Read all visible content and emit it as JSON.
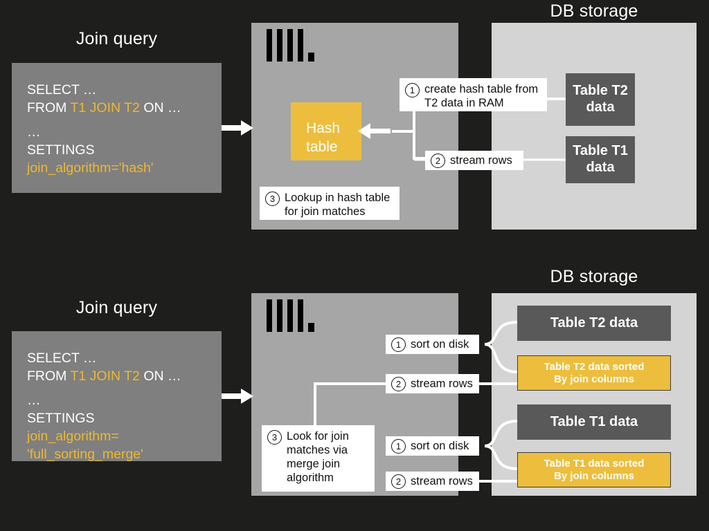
{
  "meta": {
    "background_color": "#1e1e1c",
    "accent_gold": "#edbe3d",
    "server_panel_color": "#a6a6a6",
    "storage_panel_color": "#d4d4d4",
    "table_box_color": "#595959",
    "query_box_color": "#7f7f7f"
  },
  "hash_join": {
    "query_title": "Join query",
    "storage_title": "DB storage",
    "query": {
      "line1": "SELECT …",
      "line2_from": "FROM ",
      "line2_tables": "T1 JOIN T2",
      "line2_on": " ON …",
      "line3": "…",
      "line4": "SETTINGS",
      "line5": "join_algorithm='hash'"
    },
    "hash_table_label": "Hash\ntable",
    "steps": {
      "step1_num": "1",
      "step1_text": "create hash table from\nT2 data in RAM",
      "step2_num": "2",
      "step2_text": "stream rows",
      "step3_num": "3",
      "step3_text": "Lookup in hash table\nfor join matches"
    },
    "tables": [
      {
        "label": "Table T2\ndata",
        "kind": "raw"
      },
      {
        "label": "Table T1\ndata",
        "kind": "raw"
      }
    ],
    "logo_name": "clickhouse-logo"
  },
  "merge_join": {
    "query_title": "Join query",
    "storage_title": "DB storage",
    "query": {
      "line1": "SELECT …",
      "line2_from": "FROM ",
      "line2_tables": "T1 JOIN T2",
      "line2_on": " ON …",
      "line3": "…",
      "line4": "SETTINGS",
      "line5a": "join_algorithm=",
      "line5b": "'full_sorting_merge'"
    },
    "steps": {
      "t2_sort_num": "1",
      "t2_sort_text": "sort on disk",
      "t2_stream_num": "2",
      "t2_stream_text": "stream rows",
      "t1_sort_num": "1",
      "t1_sort_text": "sort on disk",
      "t1_stream_num": "2",
      "t1_stream_text": "stream rows",
      "step3_num": "3",
      "step3_text": "Look for join\nmatches via\nmerge join\nalgorithm"
    },
    "tables": [
      {
        "label": "Table T2 data",
        "kind": "raw"
      },
      {
        "label": "Table T2 data sorted\nBy join columns",
        "kind": "sorted"
      },
      {
        "label": "Table T1 data",
        "kind": "raw"
      },
      {
        "label": "Table T1 data sorted\nBy join columns",
        "kind": "sorted"
      }
    ],
    "logo_name": "clickhouse-logo"
  }
}
